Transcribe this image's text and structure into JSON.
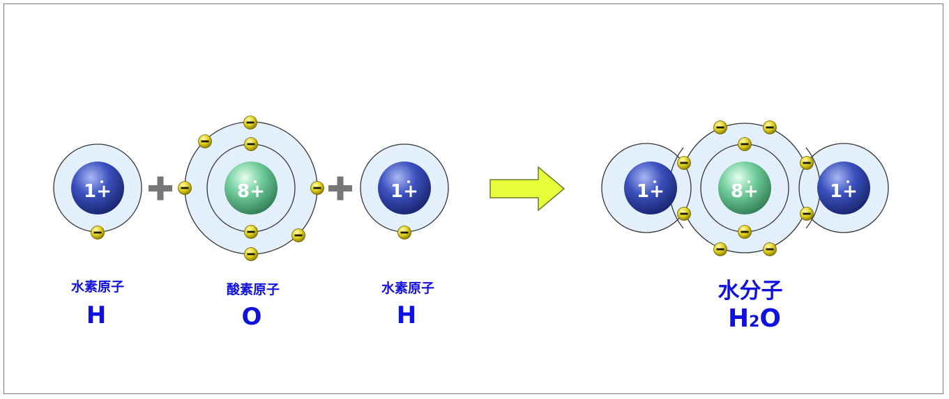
{
  "colors": {
    "label": "#1010e0",
    "shell_fill": "#e3f0fb",
    "shell_stroke": "#333333",
    "hydrogen_nucleus": "#2b3fa8",
    "oxygen_nucleus": "#5fbf8e",
    "electron": "#d8c81a",
    "plus_sign": "#777777",
    "arrow_fill": "#e6ff3a",
    "arrow_stroke": "#6b7a2a"
  },
  "atoms": [
    {
      "name": "水素原子",
      "symbol": "H",
      "nucleus": "1+"
    },
    {
      "name": "酸素原子",
      "symbol": "O",
      "nucleus": "8+"
    },
    {
      "name": "水素原子",
      "symbol": "H",
      "nucleus": "1+"
    }
  ],
  "operator": "+",
  "electron_sign": "−",
  "molecule": {
    "name": "水分子",
    "formula_main_1": "H",
    "formula_sub": "2",
    "formula_main_2": "O",
    "nuclei": [
      "1+",
      "8+",
      "1+"
    ]
  }
}
